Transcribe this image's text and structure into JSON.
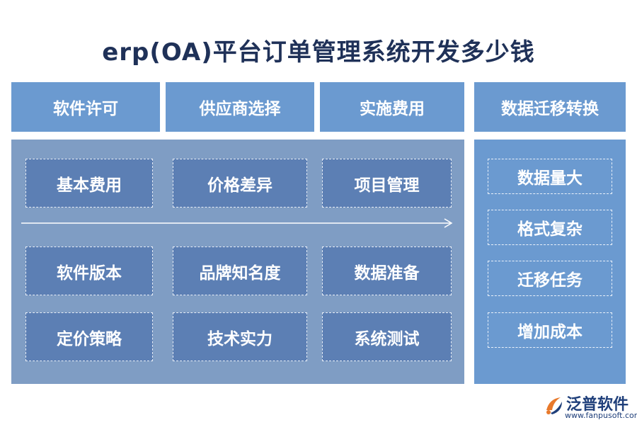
{
  "title": "erp(OA)平台订单管理系统开发多少钱",
  "headers": [
    "软件许可",
    "供应商选择",
    "实施费用",
    "数据迁移转换"
  ],
  "grid": [
    [
      "基本费用",
      "价格差异",
      "项目管理"
    ],
    [
      "软件版本",
      "品牌知名度",
      "数据准备"
    ],
    [
      "定价策略",
      "技术实力",
      "系统测试"
    ]
  ],
  "right_items": [
    "数据量大",
    "格式复杂",
    "迁移任务",
    "增加成本"
  ],
  "logo": {
    "name": "泛普软件",
    "url": "www.fanpusoft.com"
  },
  "colors": {
    "title": "#1f3158",
    "header_bg": "#6b9ad0",
    "left_panel_bg": "#7f9dc4",
    "box_bg": "#5c7fb4",
    "right_panel_bg": "#6b9ad0",
    "logo_orange": "#e8792b",
    "logo_blue": "#1f3f7a"
  }
}
